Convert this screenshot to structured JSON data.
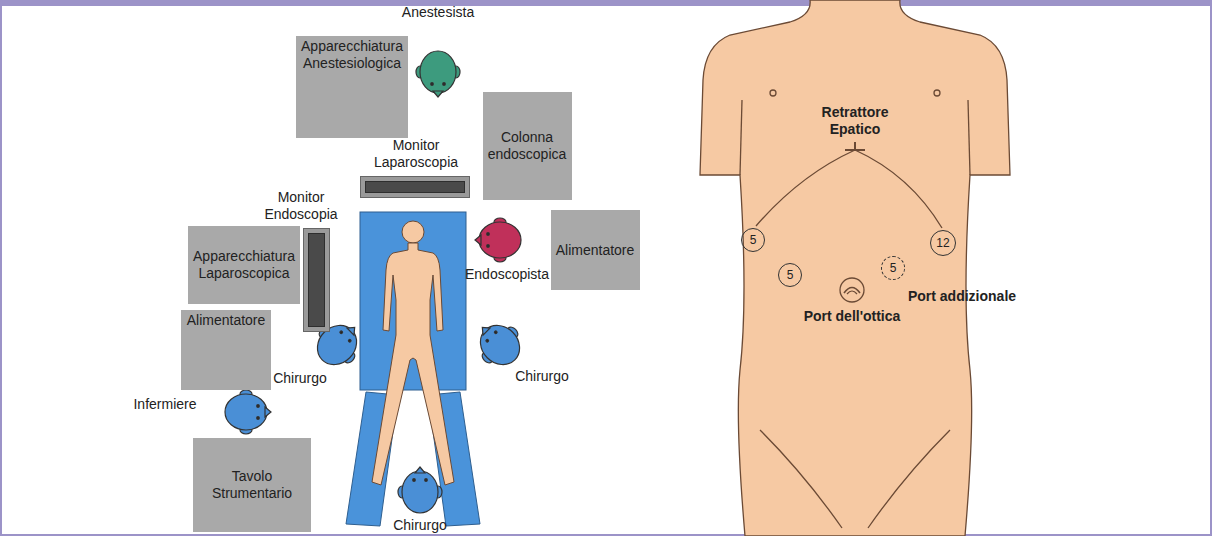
{
  "diagram": {
    "nodes": [
      {
        "text": [
          "Apparecchiatura Anestesiologica"
        ]
      },
      {
        "text": [
          "Monitor Laparoscopia"
        ]
      },
      {
        "text": [
          "Colonna endoscopica"
        ]
      },
      {
        "text": [
          "Monitor Endoscopia"
        ]
      },
      {
        "text": [
          "Apparecchiatura Laparoscopica"
        ]
      },
      {
        "text": [
          "Alimentatore"
        ]
      },
      {
        "text": [
          "Alimentatore"
        ]
      },
      {
        "text": [
          "Tavolo Strumentario"
        ]
      },
      {
        "text": [
          "5"
        ]
      },
      {
        "text": [
          "12"
        ]
      },
      {
        "text": [
          "5"
        ]
      },
      {
        "text": [
          "5"
        ]
      }
    ],
    "labels": [
      "Anestesista",
      "Endoscopista",
      "Chirurgo",
      "Chirurgo",
      "Infermiere",
      "Chirurgo",
      "Retrattore Epatico",
      "Port addizionale",
      "Port dell'ottica"
    ]
  }
}
